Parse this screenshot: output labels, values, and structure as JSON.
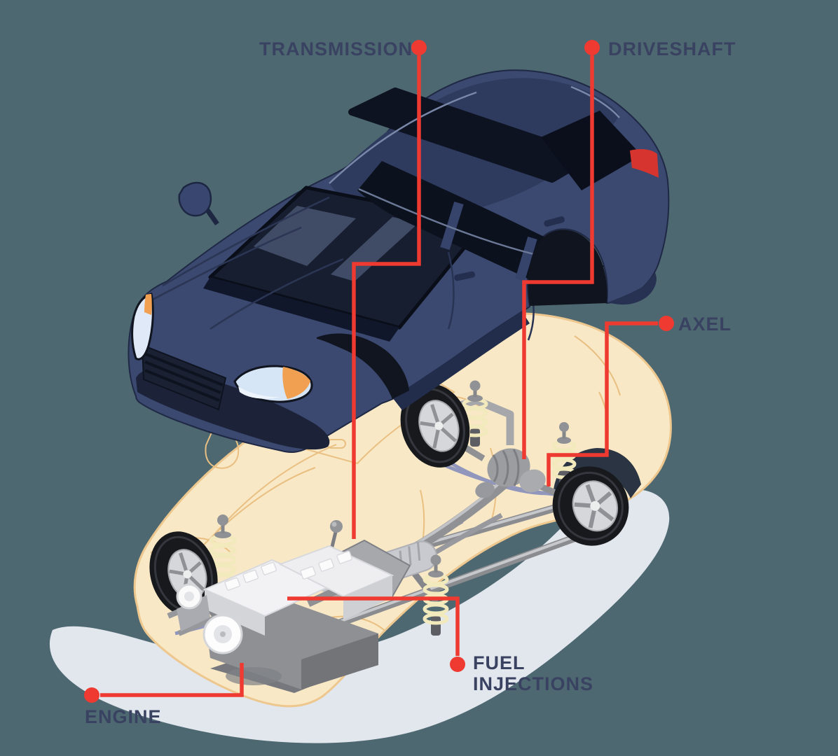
{
  "background": {
    "color": "#4d6871"
  },
  "palette": {
    "accent_red": "#ee3a31",
    "label_text": "#3a4261",
    "car_body_navy": "#3b486f",
    "car_roof_navy": "#2f3b5e",
    "glass_black": "#0d1220",
    "ghost_body_cream": "#f8e8c5",
    "ghost_outline_orange": "#e9bf82",
    "metal_gray": "#9c9da2",
    "engine_white": "#f2f2f4",
    "spring_yellow": "#f2e9bd",
    "headlight_orange": "#f0a050",
    "headlight_glass": "#d7e6f7",
    "taillight_red": "#d6352f",
    "shadow_gray": "#eaedf3"
  },
  "diagram": {
    "type": "exploded-car-parts-illustration",
    "labels": {
      "transmission": "TRANSMISSION",
      "driveshaft": "DRIVESHAFT",
      "axel": "AXEL",
      "fuel_injections": "FUEL INJECTIONS",
      "engine": "ENGINE"
    }
  }
}
